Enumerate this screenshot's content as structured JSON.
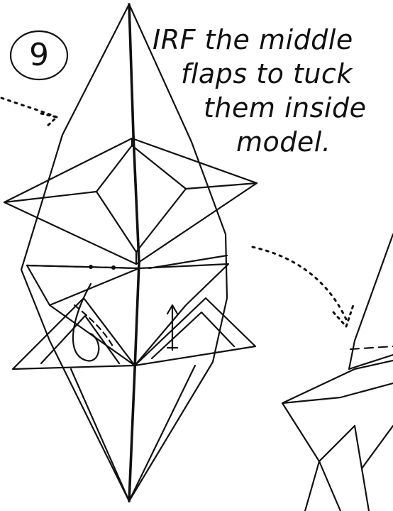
{
  "step": {
    "number": "9"
  },
  "instruction": {
    "line1": "IRF the middle",
    "line2": "flaps to tuck",
    "line3": "them inside",
    "line4": "model."
  },
  "colors": {
    "ink": "#111111",
    "paper": "#ffffff"
  }
}
